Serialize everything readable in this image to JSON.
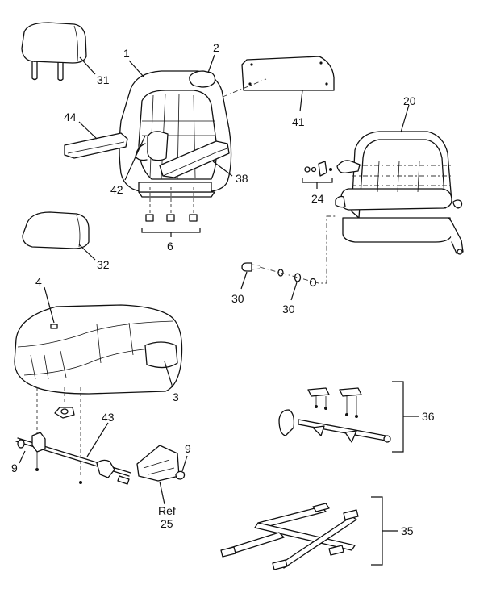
{
  "callouts": {
    "c1": "1",
    "c2": "2",
    "c3": "3",
    "c4": "4",
    "c6": "6",
    "c9a": "9",
    "c9b": "9",
    "c20": "20",
    "c24": "24",
    "c25_ref": "Ref",
    "c25": "25",
    "c30a": "30",
    "c30b": "30",
    "c31": "31",
    "c32": "32",
    "c35": "35",
    "c36": "36",
    "c38": "38",
    "c41": "41",
    "c42": "42",
    "c43": "43",
    "c44": "44"
  }
}
